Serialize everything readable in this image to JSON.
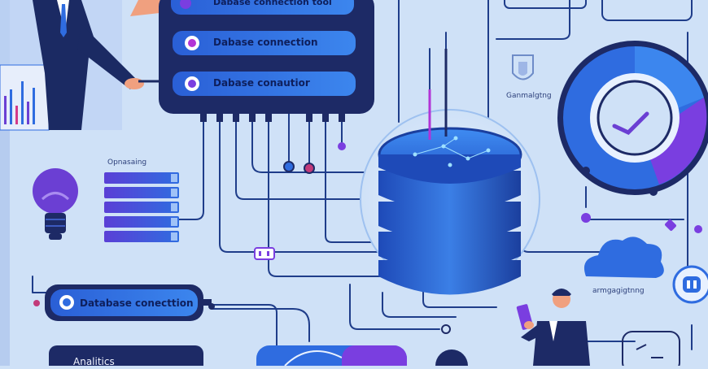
{
  "illustration": {
    "labels": {
      "top_panel_banner": "Dabase connection tool",
      "top_panel_pill_1": "Dabase connection",
      "top_panel_pill_2": "Dabase conautior",
      "left_label": "Opnasaing",
      "right_small_label": "Ganmalgtng",
      "right_bottom_label": "armgagigtnng",
      "bottom_pill": "Database conecttion",
      "bottom_left_card": "Analitics"
    },
    "icons": [
      "lightbulb-icon",
      "database-icon",
      "gauge-icon",
      "cloud-icon",
      "shield-icon",
      "checkmark-icon",
      "toggle-icon"
    ],
    "colors": {
      "background": "#cfe1f7",
      "panel_navy": "#1d2a66",
      "pill_blue": "#2f6ce0",
      "database_blue": "#2a67d8",
      "accent_purple": "#7a3ee0",
      "circuit_line": "#1f3d8a"
    }
  }
}
